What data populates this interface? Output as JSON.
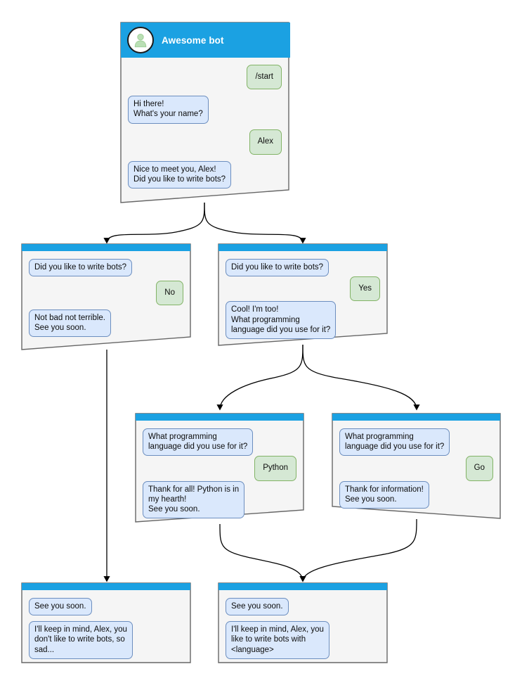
{
  "colors": {
    "header_blue": "#1ba1e2",
    "node_fill": "#f5f5f5",
    "node_stroke": "#666666",
    "bot_bubble_fill": "#dae8fc",
    "bot_bubble_stroke": "#6c8ebf",
    "user_bubble_fill": "#d5e8d4",
    "user_bubble_stroke": "#82b366",
    "edge_stroke": "#000000",
    "avatar_person": "#b9dfb4",
    "canvas_bg": "#ffffff"
  },
  "nodes": [
    {
      "id": "start",
      "title": "Awesome bot",
      "messages": [
        {
          "from": "user",
          "text": "/start"
        },
        {
          "from": "bot",
          "text": "Hi there!\nWhat's your name?"
        },
        {
          "from": "user",
          "text": "Alex"
        },
        {
          "from": "bot",
          "text": "Nice to meet you, Alex!\nDid you like to write bots?"
        }
      ]
    },
    {
      "id": "answer-no",
      "messages": [
        {
          "from": "bot",
          "text": "Did you like to write bots?"
        },
        {
          "from": "user",
          "text": "No"
        },
        {
          "from": "bot",
          "text": "Not bad not terrible.\nSee you soon."
        }
      ]
    },
    {
      "id": "answer-yes",
      "messages": [
        {
          "from": "bot",
          "text": "Did you like to write bots?"
        },
        {
          "from": "user",
          "text": "Yes"
        },
        {
          "from": "bot",
          "text": "Cool! I'm too!\nWhat programming\nlanguage did you use for it?"
        }
      ]
    },
    {
      "id": "lang-python",
      "messages": [
        {
          "from": "bot",
          "text": "What programming\nlanguage did you use for it?"
        },
        {
          "from": "user",
          "text": "Python"
        },
        {
          "from": "bot",
          "text": "Thank for all! Python is in\nmy hearth!\nSee you soon."
        }
      ]
    },
    {
      "id": "lang-go",
      "messages": [
        {
          "from": "bot",
          "text": "What programming\nlanguage did you use for it?"
        },
        {
          "from": "user",
          "text": "Go"
        },
        {
          "from": "bot",
          "text": "Thank for information!\nSee you soon."
        }
      ]
    },
    {
      "id": "end-sad",
      "messages": [
        {
          "from": "bot",
          "text": "See you soon."
        },
        {
          "from": "bot",
          "text": "I'll keep in mind, Alex, you\ndon't like to write bots, so\nsad..."
        }
      ]
    },
    {
      "id": "end-happy",
      "messages": [
        {
          "from": "bot",
          "text": "See you soon."
        },
        {
          "from": "bot",
          "text": "I'll keep in mind, Alex, you\nlike to write bots with\n<language>"
        }
      ]
    }
  ],
  "bubbles": {
    "start": {
      "m0": "/start",
      "m1": "Hi there!\nWhat's your name?",
      "m2": "Alex",
      "m3": "Nice to meet you, Alex!\nDid you like to write bots?"
    },
    "no": {
      "m0": "Did you like to write bots?",
      "m1": "No",
      "m2": "Not bad not terrible.\nSee you soon."
    },
    "yes": {
      "m0": "Did you like to write bots?",
      "m1": "Yes",
      "m2": "Cool! I'm too!\nWhat programming\nlanguage did you use for it?"
    },
    "python": {
      "m0": "What programming\nlanguage did you use for it?",
      "m1": "Python",
      "m2": "Thank for all! Python is in\nmy hearth!\nSee you soon."
    },
    "go": {
      "m0": "What programming\nlanguage did you use for it?",
      "m1": "Go",
      "m2": "Thank for information!\nSee you soon."
    },
    "sad": {
      "m0": "See you soon.",
      "m1": "I'll keep in mind, Alex, you\ndon't like to write bots, so\nsad..."
    },
    "happy": {
      "m0": "See you soon.",
      "m1": "I'll keep in mind, Alex, you\nlike to write bots with\n<language>"
    }
  },
  "header": {
    "title": "Awesome bot",
    "avatar_icon": "person-avatar-icon"
  }
}
